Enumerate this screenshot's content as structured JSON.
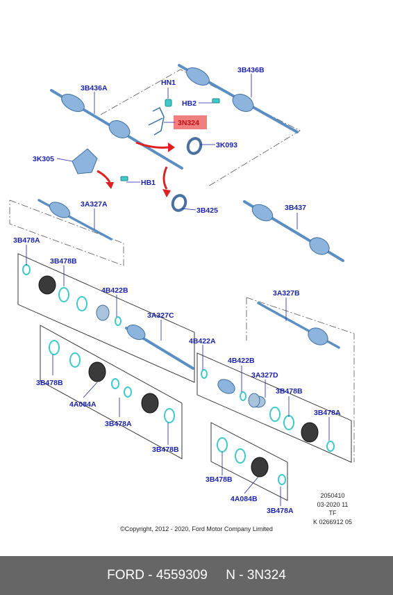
{
  "labels": {
    "3B436A_left": "3B436A",
    "3B436B": "3B436B",
    "HN1": "HN1",
    "HB2": "HB2",
    "3N324": "3N324",
    "3K093": "3K093",
    "3K305": "3K305",
    "HB1": "HB1",
    "3B425": "3B425",
    "3B437": "3B437",
    "3A327A": "3A327A",
    "3B478A_top": "3B478A",
    "3B478B_top": "3B478B",
    "4B422B_upper": "4B422B",
    "3A327C": "3A327C",
    "3A327B": "3A327B",
    "4B422A": "4B422A",
    "4B422B_lower": "4B422B",
    "3A327D": "3A327D",
    "3B478B_left": "3B478B",
    "4A084A": "4A084A",
    "3B478A_mid": "3B478A",
    "3B478B_right": "3B478B",
    "3B478A_right": "3B478A",
    "3B478B_bottom": "3B478B",
    "4A084B": "4A084B",
    "3B478A_bottom": "3B478A",
    "3B478B_lowleft": "3B478B"
  },
  "stamp": {
    "line1": "2050410",
    "line2": "03-2020 11",
    "line3": "TF",
    "line4": "K 0266912 05"
  },
  "copyright": "©Copyright, 2012 - 2020, Ford Motor Company Limited",
  "footer": {
    "brand_part": "FORD - 4559309",
    "ref": "N - 3N324"
  },
  "colors": {
    "highlight": "#f08080",
    "label": "#1a22a8",
    "part_blue": "#5b8fc4",
    "accent_cyan": "#3fc9c9",
    "arrow_red": "#e02020",
    "footer_bg": "#666666"
  }
}
